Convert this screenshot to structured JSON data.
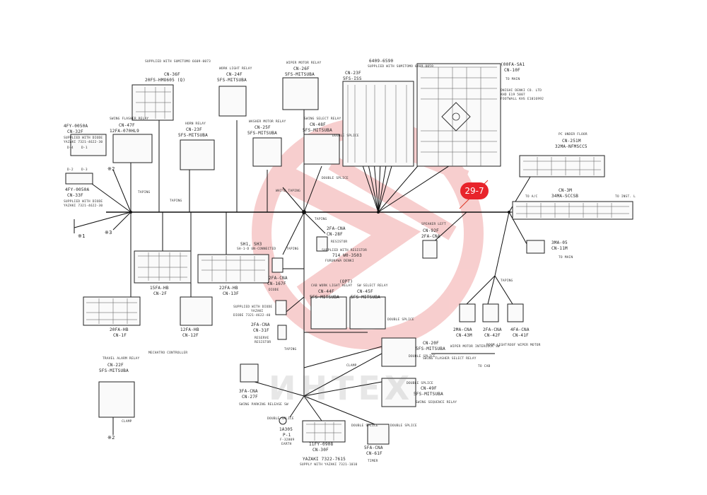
{
  "page_badge": "29-7",
  "watermark": "ИНТЕХ",
  "labels": {
    "cn36f_note": "SUPPLIED WITH SUMITOMO 6609-0073",
    "cn36f_name": "CN-36F",
    "cn36f_part": "20FS-HMO605 (Q)",
    "cn24f_title": "WORK LIGHT RELAY",
    "cn24f_name": "CN-24F",
    "cn24f_part": "5FS-MITSUBA",
    "cn26f_title": "WIPER MOTOR RELAY",
    "cn26f_name": "CN-26F",
    "cn26f_part": "5FS-MITSUBA",
    "top_part": "6409-6590",
    "top_note": "SUPPLIED WITH SUMITOMO 6409-0059",
    "cn23f_name": "CN-23F",
    "cn23f_part": "5FS-ISS",
    "cn10f_part": "(00FA-SA1",
    "cn10f_name": "CN-10F",
    "to_main_1": "TO MAIN",
    "onishi_1": "ONISHI DENKI CO. LTD",
    "onishi_2": "KHD E19 5007",
    "onishi_3": "FOOTWALL KHS E1016992",
    "cn32f_part": "4FY-0050A",
    "cn32f_name": "CN-32F",
    "cn32f_note1": "SUPPLIED WITH DIODE",
    "cn32f_note2": "YAZAKI 7321-4622-30",
    "d1": "D-4",
    "d2": "D-1",
    "flasher_title": "SWING FLASHER RELAY",
    "cn47f_name": "CN-47F",
    "cn47f_part": "12FA-070HL9",
    "mark2_a": "※2",
    "d3": "D-2",
    "d4": "D-3",
    "cn33f_part": "4FY-0050A",
    "cn33f_name": "CN-33F",
    "cn33f_note1": "SUPPLIED WITH DIODE",
    "cn33f_note2": "YAZAKI 7321-4622-30",
    "mark1": "※1",
    "mark3": "※3",
    "taping_1": "TAPING",
    "taping_2": "TAPING",
    "horn_title": "HORN RELAY",
    "cn23f2_name": "CN-23F",
    "cn23f2_part": "5FS-MITSUBA",
    "washer_title": "WASHER MOTOR RELAY",
    "cn25f_name": "CN-25F",
    "cn25f_part": "5FS-MITSUBA",
    "swing_select_title": "SWING SELECT RELAY",
    "cn48f_name": "CN-48F",
    "cn48f_part": "5FS-MITSUBA",
    "double_splice_1": "DOUBLE SPLICE",
    "double_splice_2": "DOUBLE SPLICE",
    "white_taping": "WHITE TAPING",
    "pc_title": "PC UNDER FLOOR",
    "cn251m_name": "CN-251M",
    "cn251m_part": "32MA-NFMSCC5",
    "cn3m_name": "CN-3M",
    "cn3m_part": "34MA-SCCSB",
    "to_ac": "TO A/C",
    "to_inst": "TO INST. L",
    "sh1": "SH1, SH3",
    "sh_note": "SH-1-D UN-CONNECTED",
    "taping_3": "TAPING",
    "cn28f_part": "2FA-CNA",
    "cn28f_name": "CN-28F",
    "resistor": "RESISTOR",
    "resistor_note": "SUPPLIED WITH RESISTOR",
    "resistor_part": "714 W0-3503",
    "resistor_maker": "FURUKAWA DENKI",
    "speaker_title": "SPEAKER LEFT",
    "cn92f_name": "CN-92F",
    "cn92f_part": "2FA-CNA",
    "cn11m_part": "3MA-05",
    "cn11m_name": "CN-11M",
    "to_main_2": "TO MAIN",
    "taping_4": "TAPING",
    "cn2f_part": "15FA-HB",
    "cn2f_name": "CN-2F",
    "cn13f_part": "22FA-HB",
    "cn13f_name": "CN-13F",
    "cn167f_part": "2FA-CNA",
    "cn167f_name": "CN-167F",
    "diode_mark": "DIODE",
    "taping_5": "TAPING",
    "opt": "(OPT)",
    "cab_work_title": "CAB WORK LIGHT RELAY",
    "cn44f_name": "CN-44F",
    "cn44f_part": "5FS-MITSUBA",
    "swsel_title": "SW SELECT RELAY",
    "cn45f_name": "CN-45F",
    "cn45f_part": "5FS-MITSUBA",
    "double_splice_3": "DOUBLE SPLICE",
    "cn43m_part": "2MA-CNA",
    "cn43m_name": "CN-43M",
    "cn42f_part": "2FA-CNA",
    "cn42f_name": "CN-42F",
    "cn41f_part": "4FA-CNA",
    "cn41f_name": "CN-41F",
    "wiper_int": "WIPER MOTOR INTERLOCK SW",
    "room_light": "ROOM LIGHT",
    "roof_wiper": "ROOF WIPER MOTOR",
    "taping_6": "TAPING",
    "diode2_note1": "SUPPLIED WITH DIODE",
    "diode2_note2": "YAZAKI",
    "diode2_note3": "DIODE 7321-4622-40",
    "cn1f_part": "20FA-HB",
    "cn1f_name": "CN-1F",
    "cn12f_part": "12FA-HB",
    "cn12f_name": "CN-12F",
    "cn31f_part": "2FA-CNA",
    "cn31f_name": "CN-31F",
    "reserve": "RESERVE",
    "resistor2": "RESISTOR",
    "taping_7": "TAPING",
    "cn20f_name": "CN-20F",
    "cn20f_part": "5FS-MITSUBA",
    "swing_flasher_select": "SWING FLASHER SELECT RELAY",
    "double_splice_4": "DOUBLE SPLICE",
    "to_cab": "TO CAB",
    "mechatro": "MECHATRO CONTROLLER",
    "travel_title": "TRAVEL ALARM RELAY",
    "cn22f_name": "CN-22F",
    "cn22f_part": "5FS-MITSUBA",
    "clamp": "CLAMP",
    "mark2_b": "※2",
    "cn27f_part": "3FA-CNA",
    "cn27f_name": "CN-27F",
    "parking_sw": "SWING PARKING RELEASE SW",
    "cn49f_name": "CN-49F",
    "cn49f_part": "5FS-MITSUBA",
    "swing_seq": "SWING SEQUENCE RELAY",
    "double_splice_5": "DOUBLE SPLICE",
    "double_splice_6": "DOUBLE SPLICE",
    "p1_part": "1A305",
    "p1_name": "P-1",
    "p1_note": "F-32809",
    "earth": "EARTH",
    "double_splice_7": "DOUBLE SPLICE",
    "cn30f_part": "11FY-0908",
    "cn30f_name": "CN-30F",
    "cn30f_yazaki": "YAZAKI 7322-7615",
    "cn30f_note": "SUPPLY WITH YAZAKI 7321-1010",
    "cn61f_part": "5FA-CNA",
    "cn61f_name": "CN-61F",
    "timer": "TIMER",
    "double_splice_8": "DOUBLE SPLICE",
    "clamp2": "CLAMP"
  }
}
